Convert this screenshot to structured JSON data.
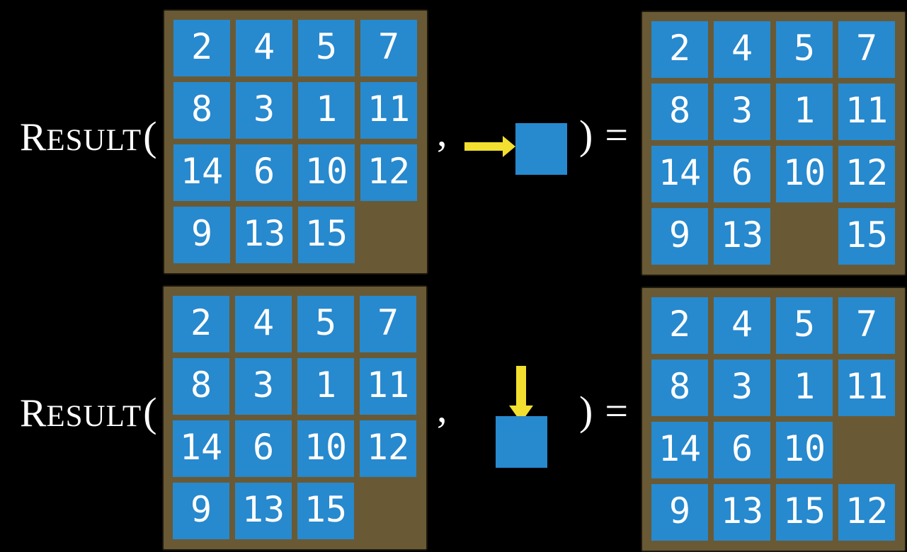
{
  "colors": {
    "background": "#000000",
    "tile_blue": "#2789CE",
    "board_brown": "#695A35",
    "board_border": "#1D180E",
    "arrow_yellow": "#F2DF30",
    "text_white": "#FFFFFF"
  },
  "equations": [
    {
      "name_initial": "R",
      "name_rest": "ESULT",
      "open_paren": "(",
      "comma": ",",
      "close_paren": ")",
      "equals": "=",
      "move": {
        "icon": "right-arrow-icon",
        "direction": "right"
      },
      "start_board": {
        "rows": [
          [
            "2",
            "4",
            "5",
            "7"
          ],
          [
            "8",
            "3",
            "1",
            "11"
          ],
          [
            "14",
            "6",
            "10",
            "12"
          ],
          [
            "9",
            "13",
            "15",
            ""
          ]
        ]
      },
      "result_board": {
        "rows": [
          [
            "2",
            "4",
            "5",
            "7"
          ],
          [
            "8",
            "3",
            "1",
            "11"
          ],
          [
            "14",
            "6",
            "10",
            "12"
          ],
          [
            "9",
            "13",
            "",
            "15"
          ]
        ]
      }
    },
    {
      "name_initial": "R",
      "name_rest": "ESULT",
      "open_paren": "(",
      "comma": ",",
      "close_paren": ")",
      "equals": "=",
      "move": {
        "icon": "down-arrow-icon",
        "direction": "down"
      },
      "start_board": {
        "rows": [
          [
            "2",
            "4",
            "5",
            "7"
          ],
          [
            "8",
            "3",
            "1",
            "11"
          ],
          [
            "14",
            "6",
            "10",
            "12"
          ],
          [
            "9",
            "13",
            "15",
            ""
          ]
        ]
      },
      "result_board": {
        "rows": [
          [
            "2",
            "4",
            "5",
            "7"
          ],
          [
            "8",
            "3",
            "1",
            "11"
          ],
          [
            "14",
            "6",
            "10",
            ""
          ],
          [
            "9",
            "13",
            "15",
            "12"
          ]
        ]
      }
    }
  ]
}
